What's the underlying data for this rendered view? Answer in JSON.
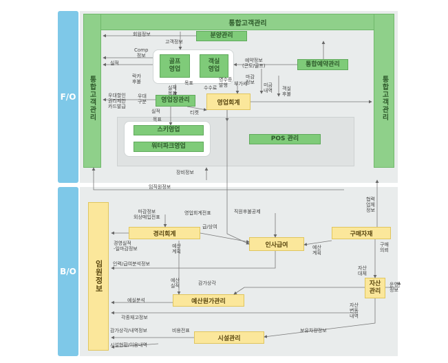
{
  "sections": {
    "fo": "F/O",
    "bo": "B/O"
  },
  "fo": {
    "title": "통합고객관리",
    "side_left": "통합고객관리",
    "side_right": "통합고객관리",
    "boxes": {
      "bunyang": "분양관리",
      "golf": "골프\n영업",
      "room": "객실\n영업",
      "reservation": "통합예약관리",
      "sales_mgmt": "영업장관리",
      "sales_acct": "영업회계",
      "ski": "스키영업",
      "waterpark": "워터파크영업",
      "pos": "POS 관리"
    },
    "labels": {
      "member_info": "회원정보",
      "customer_info": "고객정보",
      "comp_info": "Comp\n정보",
      "performance": "실적",
      "booking_info": "예약정보\n(콘도/골프)",
      "pay_benefit": "락카\n후불",
      "pay_collect": "마감\n정보",
      "unpaid_detail": "미금\n내역",
      "room_deferred": "객실\n후불",
      "target": "목표",
      "perf_target": "실적\n목표",
      "discount": "우대할인\n권리제한\n카드발급",
      "vip": "우대\n구분",
      "sales_perf": "실적",
      "ticket": "티켓",
      "receipt": "영수증\n발행",
      "fee": "수수료",
      "sales_tax": "부가세",
      "target2": "목표",
      "equipment": "장비정보"
    }
  },
  "bo": {
    "side": "임원정보",
    "boxes": {
      "accounting": "경리회계",
      "hr": "인사급여",
      "purchase": "구매자재",
      "budget": "예산원가관리",
      "asset": "자산\n관리",
      "facility": "시설관리"
    },
    "labels": {
      "hr_info": "임직원정보",
      "closing": "마감정보\n외상매입전표",
      "sales_slip": "영업회계전표",
      "welfare": "직원후불공제",
      "cooperation": "협력\n업체\n정보",
      "pay_salary": "급/상여",
      "mgmt_perf": "경영실적\n-일마감정보",
      "budget_plan": "예산\n계획",
      "budget_plan2": "예산\n계획",
      "purchase_req": "구매\n의뢰",
      "labor_analysis": "인력/급여분석정보",
      "budget_perf": "예산\n실적",
      "depreciation": "감가상각",
      "asset_register": "자산\n대체",
      "asset_change": "자산\n변동\n내역",
      "operation": "운영\n정보",
      "budget_analysis": "예실분석",
      "inventory": "각종재고정보",
      "depr_detail": "감가상각/내역정보",
      "cost_slip": "비용전표",
      "vehicle": "보유차량정보",
      "facility_history": "시설현황/이용내역"
    }
  }
}
